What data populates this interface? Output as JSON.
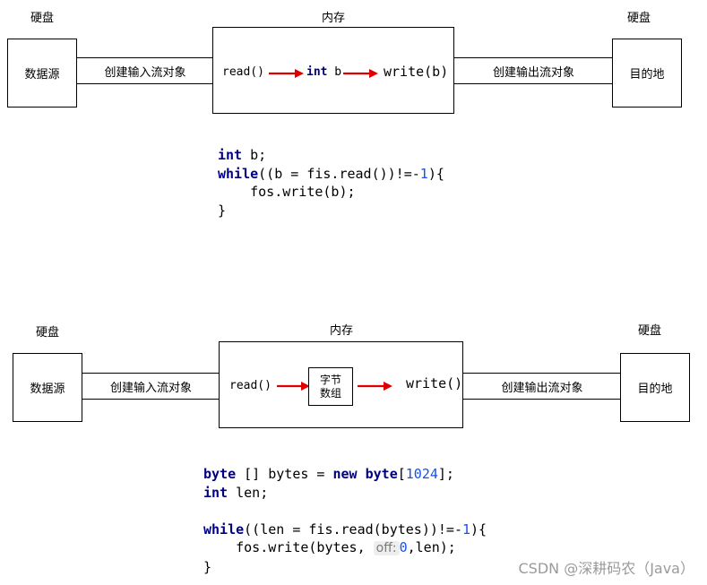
{
  "diagram1": {
    "left_storage": "硬盘",
    "memory": "内存",
    "right_storage": "硬盘",
    "source": "数据源",
    "input_stream": "创建输入流对象",
    "read_call": "read()",
    "buffer_decl": "int b",
    "write_call": "write(b)",
    "output_stream": "创建输出流对象",
    "destination": "目的地"
  },
  "code1": {
    "line1": {
      "kw": "int",
      "rest": " b;"
    },
    "line2": {
      "kw": "while",
      "pre": "((b = fis.read())!=-",
      "num": "1",
      "post": "){"
    },
    "line3": {
      "text": "    fos.write(b);"
    },
    "line4": {
      "text": "}"
    }
  },
  "diagram2": {
    "left_storage": "硬盘",
    "memory": "内存",
    "right_storage": "硬盘",
    "source": "数据源",
    "input_stream": "创建输入流对象",
    "read_call": "read()",
    "buffer_line1": "字节",
    "buffer_line2": "数组",
    "write_call": "write()",
    "output_stream": "创建输出流对象",
    "destination": "目的地"
  },
  "code2": {
    "line1": {
      "kw1": "byte",
      "mid1": " [] bytes = ",
      "kw2": "new",
      "sp": " ",
      "kw3": "byte",
      "lb": "[",
      "num": "1024",
      "rb": "];"
    },
    "line2": {
      "kw": "int",
      "rest": " len;"
    },
    "line3": {
      "kw": "while",
      "pre": "((len = fis.read(bytes))!=-",
      "num": "1",
      "post": "){"
    },
    "line4": {
      "pre": "    fos.write(bytes, ",
      "hint": "off:",
      "num": "0",
      "post": ",len);"
    },
    "line5": {
      "text": "}"
    }
  },
  "watermark": "CSDN @深耕码农（Java）",
  "colors": {
    "arrow": "#e00000",
    "keyword": "#000080",
    "number": "#1750eb",
    "hint_bg": "#eeeeee"
  }
}
